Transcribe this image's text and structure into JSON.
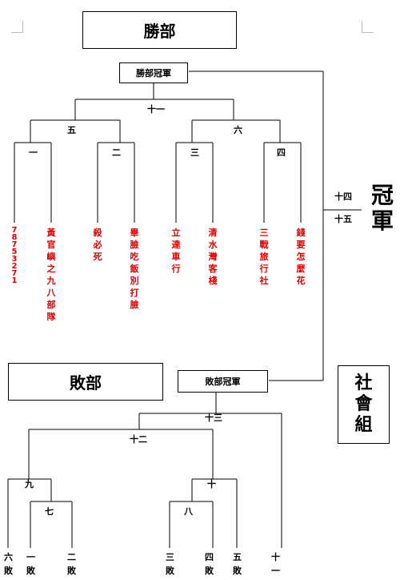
{
  "winners": {
    "title": "勝部",
    "champion_label": "勝部冠軍",
    "round_labels": {
      "final": "十一",
      "left": "五",
      "right": "六",
      "m1": "一",
      "m2": "二",
      "m3": "三",
      "m4": "四"
    },
    "teams": [
      "78753271",
      "黃官嶼之九八部隊",
      "殺必死",
      "畢臉吃飯別打臉",
      "立達車行",
      "清水灣客棧",
      "三戰旅行社",
      "錢要怎麼花"
    ]
  },
  "grand_final": {
    "title": "冠軍",
    "games": [
      "十四",
      "十五"
    ]
  },
  "social_group": {
    "title": "社會組"
  },
  "losers": {
    "title": "敗部",
    "champion_label": "敗部冠軍",
    "round_labels": {
      "final": "十三",
      "semi": "十二",
      "nine": "九",
      "ten": "十",
      "seven": "七",
      "eight": "八"
    },
    "entries": [
      {
        "game": "六",
        "tag": "敗"
      },
      {
        "game": "一",
        "tag": "敗"
      },
      {
        "game": "二",
        "tag": "敗"
      },
      {
        "game": "三",
        "tag": "敗"
      },
      {
        "game": "四",
        "tag": "敗"
      },
      {
        "game": "五",
        "tag": "敗"
      },
      {
        "game": "十",
        "tag": "一"
      }
    ]
  }
}
